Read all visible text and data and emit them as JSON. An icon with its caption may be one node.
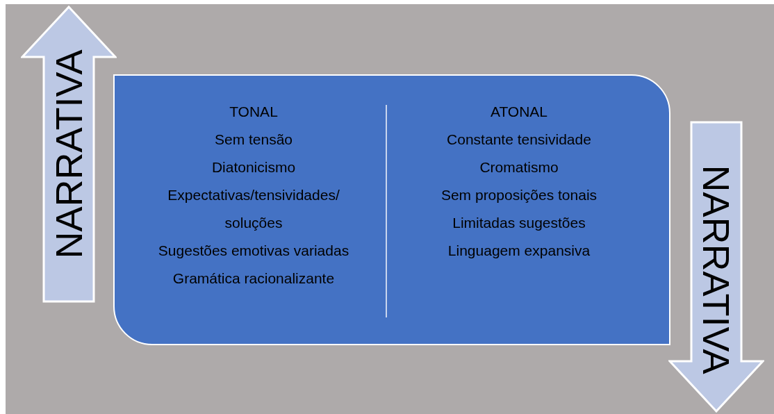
{
  "diagram": {
    "nodes": [
      {
        "text": [
          "TONAL",
          "Sem tensão",
          "Diatonicismo",
          "Expectativas/tensividades/",
          "soluções",
          "Sugestões emotivas variadas",
          "Gramática racionalizante",
          "ATONAL",
          "Constante tensividade",
          "Cromatismo",
          "Sem proposições tonais",
          "Limitadas sugestões",
          "Linguagem expansiva"
        ]
      },
      {
        "text": [
          "NARRATIVA"
        ]
      },
      {
        "text": [
          "NARRATIVA"
        ]
      }
    ]
  }
}
